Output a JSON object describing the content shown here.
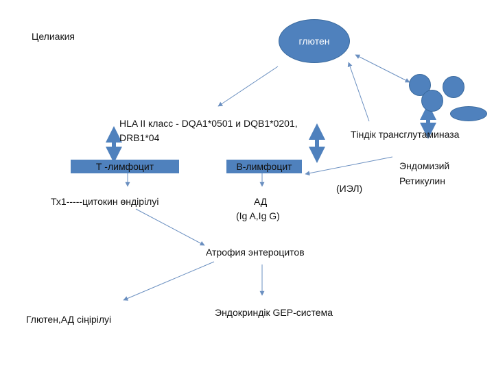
{
  "title": "Целиакия",
  "nodes": {
    "gluten": "глютен",
    "hla_line1": "HLA II класс - DQA1*0501 и DQB1*0201,",
    "hla_line2": "DRB1*04",
    "tissue": "Тіндік трансглутаминаза",
    "t_cell": "Т -лимфоцит",
    "b_cell": "В-лимфоцит",
    "endomysium": "Эндомизий",
    "reticulin": "Ретикулин",
    "iel": "(ИЭЛ)",
    "th1": "Тх1-----цитокин өндірілуі",
    "ad": "АД",
    "ig": "(Ig A,Ig G)",
    "atrophy": "Атрофия энтероцитов",
    "gluten_ad": "Глютен,АД сіңірілуі",
    "endocrine": "Эндокриндік GEP-система"
  },
  "colors": {
    "shape_fill": "#4f81bd",
    "connector": "#6a8fc0",
    "text": "#111111"
  }
}
